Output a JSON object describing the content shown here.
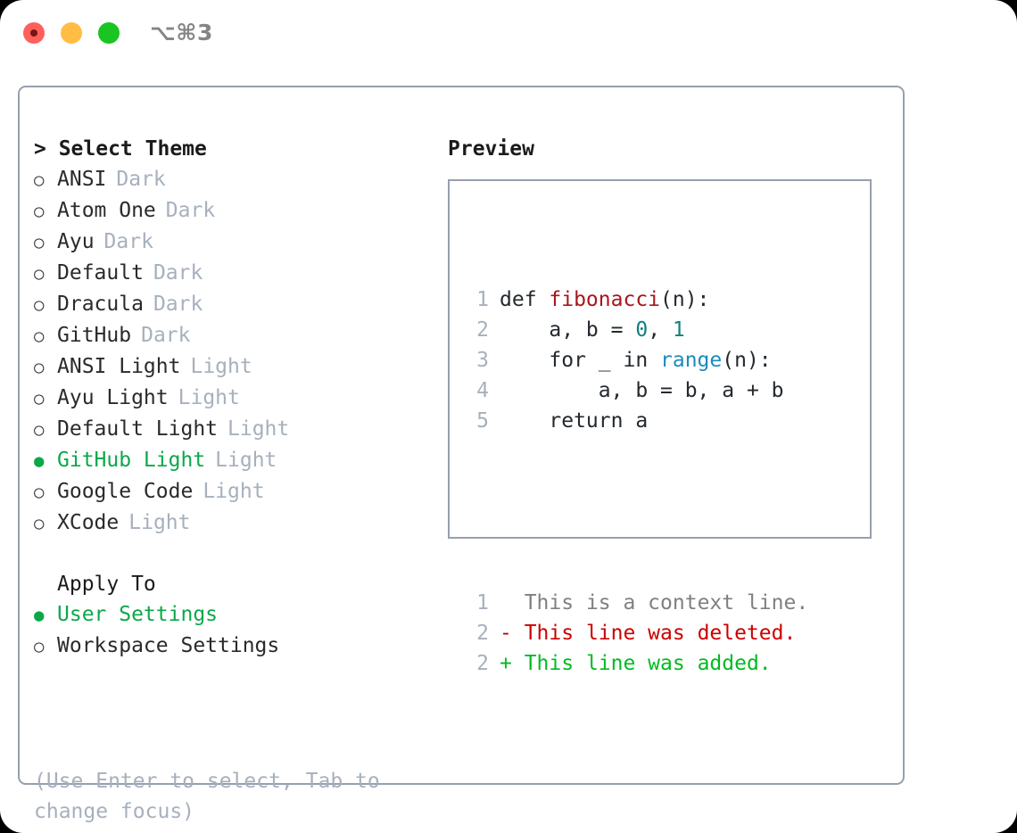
{
  "window": {
    "title": "⌥⌘3",
    "traffic_lights": [
      "close-red",
      "minimize-yellow",
      "maximize-green"
    ]
  },
  "theme_section": {
    "prompt": "> Select Theme",
    "items": [
      {
        "marker": "○",
        "label": "ANSI",
        "badge": "Dark",
        "selected": false
      },
      {
        "marker": "○",
        "label": "Atom One",
        "badge": "Dark",
        "selected": false
      },
      {
        "marker": "○",
        "label": "Ayu",
        "badge": "Dark",
        "selected": false
      },
      {
        "marker": "○",
        "label": "Default",
        "badge": "Dark",
        "selected": false
      },
      {
        "marker": "○",
        "label": "Dracula",
        "badge": "Dark",
        "selected": false
      },
      {
        "marker": "○",
        "label": "GitHub",
        "badge": "Dark",
        "selected": false
      },
      {
        "marker": "○",
        "label": "ANSI Light",
        "badge": "Light",
        "selected": false
      },
      {
        "marker": "○",
        "label": "Ayu Light",
        "badge": "Light",
        "selected": false
      },
      {
        "marker": "○",
        "label": "Default Light",
        "badge": "Light",
        "selected": false
      },
      {
        "marker": "●",
        "label": "GitHub Light",
        "badge": "Light",
        "selected": true
      },
      {
        "marker": "○",
        "label": "Google Code",
        "badge": "Light",
        "selected": false
      },
      {
        "marker": "○",
        "label": "XCode",
        "badge": "Light",
        "selected": false
      }
    ]
  },
  "apply_to_section": {
    "title": "Apply To",
    "items": [
      {
        "marker": "●",
        "label": "User Settings",
        "selected": true
      },
      {
        "marker": "○",
        "label": "Workspace Settings",
        "selected": false
      }
    ]
  },
  "hint": "(Use Enter to select, Tab to change focus)",
  "preview": {
    "title": "Preview",
    "code_lines": [
      {
        "number": "1",
        "tokens": [
          {
            "text": "def ",
            "type": "plain"
          },
          {
            "text": "fibonacci",
            "type": "fn"
          },
          {
            "text": "(n):",
            "type": "plain"
          }
        ]
      },
      {
        "number": "2",
        "tokens": [
          {
            "text": "    a, b = ",
            "type": "plain"
          },
          {
            "text": "0",
            "type": "num"
          },
          {
            "text": ", ",
            "type": "plain"
          },
          {
            "text": "1",
            "type": "num"
          }
        ]
      },
      {
        "number": "3",
        "tokens": [
          {
            "text": "    for _ in ",
            "type": "plain"
          },
          {
            "text": "range",
            "type": "call"
          },
          {
            "text": "(n):",
            "type": "plain"
          }
        ]
      },
      {
        "number": "4",
        "tokens": [
          {
            "text": "        a, b = b, a + b",
            "type": "plain"
          }
        ]
      },
      {
        "number": "5",
        "tokens": [
          {
            "text": "    return a",
            "type": "plain"
          }
        ]
      }
    ],
    "diff_lines": [
      {
        "number": "1",
        "sign": " ",
        "text": "This is a context line.",
        "type": "context"
      },
      {
        "number": "2",
        "sign": "-",
        "text": "This line was deleted.",
        "type": "deleted"
      },
      {
        "number": "2",
        "sign": "+",
        "text": "This line was added.",
        "type": "added"
      }
    ]
  },
  "colors": {
    "accent_green": "#0ba84a",
    "border": "#96a0ae",
    "muted": "#a7b0bd",
    "text": "#24292e",
    "fn_red": "#a8161b",
    "num_teal": "#108080",
    "call_blue": "#1a8cbb",
    "diff_delete": "#cc0000",
    "diff_add": "#00bb22",
    "diff_context": "#808080"
  }
}
